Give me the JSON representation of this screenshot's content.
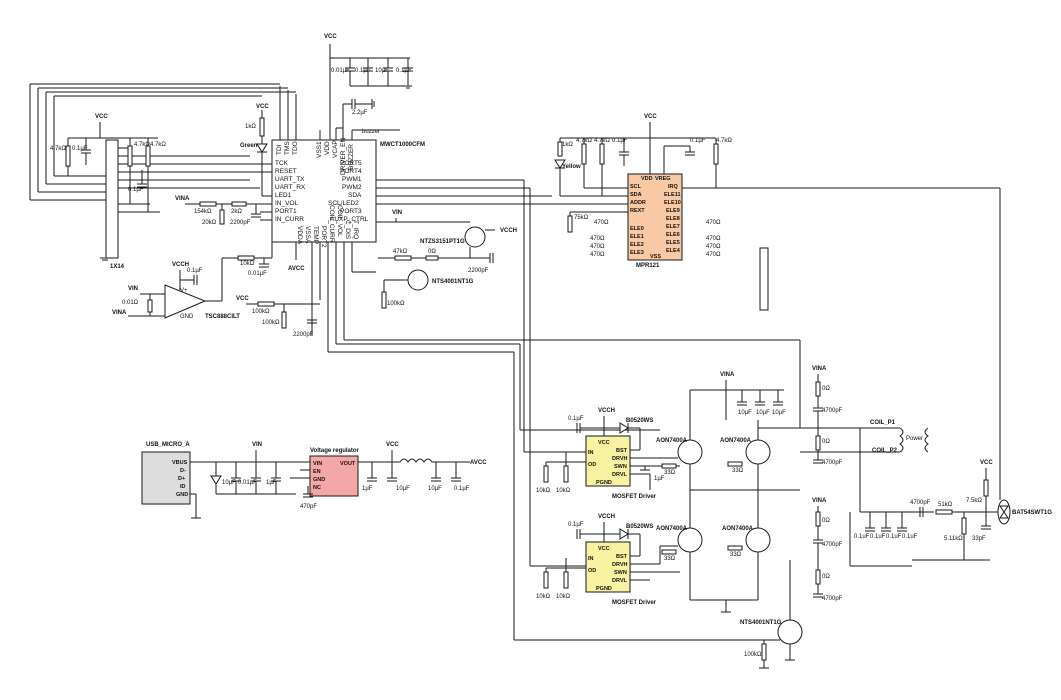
{
  "colors": {
    "mpr121_fill": "#f9c9a6",
    "mosfet_driver_fill": "#f7f3a3",
    "voltage_regulator_fill": "#f4a7a7",
    "usb_fill": "#dddddd",
    "wire": "#1a1a1a"
  },
  "main_ic": {
    "name": "MWCT1000CFM",
    "left_pins": [
      "TCK",
      "RESET",
      "UART_TX",
      "UART_RX",
      "LED1",
      "IN_VOL",
      "PORT1",
      "IN_CURR"
    ],
    "right_pins": [
      "PORT5",
      "PORT4",
      "PWM1",
      "PWM2",
      "SDA",
      "SCL/LED2",
      "PORT3",
      "AUXP_CTRL"
    ],
    "top_pins": [
      "TDI",
      "TMS",
      "TDO",
      "VSS1",
      "VDD",
      "VCAP",
      "DRIVER_EN",
      "BUZZER"
    ],
    "bottom_pins": [
      "VDDA",
      "VSSA",
      "TEMP",
      "PORT2",
      "COIL_CURR",
      "COIL_VOL",
      "C_DIS",
      "T_IRQ"
    ]
  },
  "mpr121": {
    "name": "MPR121",
    "left_pins": [
      "SCL",
      "SDA",
      "ADDR",
      "REXT",
      "ELE0",
      "ELE1",
      "ELE2",
      "ELE3"
    ],
    "right_pins": [
      "IRQ",
      "ELE11",
      "ELE10",
      "ELE9",
      "ELE8",
      "ELE7",
      "ELE6",
      "ELE5",
      "ELE4"
    ],
    "top_pins": [
      "VDD",
      "VREG"
    ],
    "bottom_pin": "VSS"
  },
  "usb": {
    "name": "USB_MICRO_A",
    "pins": [
      "VBUS",
      "D-",
      "D+",
      "ID",
      "GND"
    ]
  },
  "regulator": {
    "caption": "Voltage regulator",
    "pins_left": [
      "VIN",
      "EN",
      "GND",
      "NC"
    ],
    "pin_right": "VOUT"
  },
  "driver1": {
    "caption": "MOSFET Driver",
    "pins_left": [
      "IN",
      "OD"
    ],
    "pins_right": [
      "BST",
      "DRVH",
      "SWN",
      "DRVL"
    ],
    "pin_top": "VCC",
    "pin_bottom": "PGND"
  },
  "driver2": {
    "caption": "MOSFET Driver",
    "pins_left": [
      "IN",
      "OD"
    ],
    "pins_right": [
      "BST",
      "DRVH",
      "SWN",
      "DRVL"
    ],
    "pin_top": "VCC",
    "pin_bottom": "PGND"
  },
  "amp": {
    "name": "TSC888CILT",
    "pins": [
      "V+",
      "GND"
    ]
  },
  "header_left": "1X14",
  "labels": {
    "vcc": "VCC",
    "vina": "VINA",
    "vin": "VIN",
    "vcch": "VCCH",
    "avcc": "AVCC",
    "buzzer": "buzzer",
    "green": "Green",
    "yellow": "Yellow",
    "power": "Power",
    "coil_p1": "COIL_P1",
    "coil_p2": "COIL_P2",
    "nmos_a": "NTS4001NT1G",
    "nmos_b": "NTS4001NT1G",
    "pmos": "NTZS3151PT1G",
    "diode_1": "B0520WS",
    "diode_2": "B0520WS",
    "diode_esd": "BAT54SWT1G",
    "fet_1": "AON7400A",
    "fet_2": "AON7400A",
    "fet_3": "AON7400A",
    "fet_4": "AON7400A"
  },
  "values": {
    "top_caps": [
      "0.01µF",
      "0.1µF",
      "10µF",
      "0.1µF"
    ],
    "vcap": "2.2µF",
    "r_green": "1kΩ",
    "hdr_r1": "4.7kΩ",
    "hdr_c1": "0.1µF",
    "hdr_r2": "4.7kΩ",
    "hdr_r3": "4.7kΩ",
    "hdr_c2": "0.1µF",
    "in_vol_r1": "154kΩ",
    "in_vol_r2": "20kΩ",
    "in_vol_r3": "2kΩ",
    "in_vol_c": "2200pF",
    "amp_c": "0.1µF",
    "amp_r": "10kΩ",
    "amp_c2": "0.01µF",
    "amp_rs": "0.01Ω",
    "curr_r1": "100kΩ",
    "curr_r2": "100kΩ",
    "curr_c": "2200pF",
    "aux_r1": "47kΩ",
    "aux_r2": "0Ω",
    "aux_c": "2200pF",
    "aux_r3": "100kΩ",
    "mpr_r_yellow": "1kΩ",
    "mpr_r1": "4.7kΩ",
    "mpr_r2": "4.7kΩ",
    "mpr_c1": "0.1µF",
    "mpr_c2": "0.1µF",
    "mpr_r3": "4.7kΩ",
    "mpr_rext": "75kΩ",
    "ele_r": "470Ω",
    "usb_c1": "10µF",
    "usb_c2": "0.01µF",
    "usb_c3": "1µF",
    "reg_c_in": "470pF",
    "reg_c1": "1µF",
    "reg_c2": "10µF",
    "reg_c3": "10µF",
    "reg_c4": "0.1µF",
    "drv_c_top": "0.1µF",
    "drv_r1": "10kΩ",
    "drv_r2": "10kΩ",
    "drv_c_bst": "1µF",
    "gate_r": "33Ω",
    "bridge_caps": [
      "10µF",
      "10µF",
      "10µF"
    ],
    "res_c": "4700pF",
    "res_r0": "0Ω",
    "out_c": "4700pF",
    "out_r": "51kΩ",
    "out_r2": "7.5kΩ",
    "out_r3": "5.11kΩ",
    "out_c2": "33pF",
    "div_caps": [
      "0.1uF",
      "0.1uF",
      "0.1uF",
      "0.1uF"
    ],
    "nmos_bot_r": "100kΩ"
  }
}
